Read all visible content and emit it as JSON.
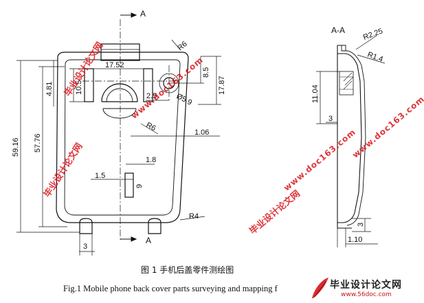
{
  "front_view": {
    "section_marker": "A",
    "dims": {
      "top_width": "17.52",
      "top_drop": "4.81",
      "slot_height": "10.5",
      "hole_radius": "R6",
      "hole_offset": "8.5",
      "hole_height": "17.87",
      "hole_diam": "Ø5.9",
      "hole_inset": "2.5",
      "notch_radius": "R6",
      "overall_height": "59.16",
      "inner_height": "57.76",
      "wall": "1.06",
      "small_gap": "1.8",
      "slot_width": "1.5",
      "slot_len": "9",
      "corner_radius": "R4",
      "tab_width": "3"
    }
  },
  "section_view": {
    "title": "A-A",
    "dims": {
      "r_outer": "R2.25",
      "r_inner": "R1.4",
      "lip_height": "11.04",
      "lip_width": "3",
      "foot_height": "3",
      "foot_width": "1.10"
    }
  },
  "captions": {
    "chinese": "图 1    手机后盖零件测绘图",
    "english": "Fig.1    Mobile phone back cover parts surveying and mapping f"
  },
  "watermarks": {
    "cn_text": "毕业设计论文网",
    "url": "www.doc163.com"
  },
  "logo": {
    "text": "毕业设计论文网",
    "url": "www.56doc.com"
  },
  "colors": {
    "line": "#111111",
    "watermark": "#d8141a"
  }
}
